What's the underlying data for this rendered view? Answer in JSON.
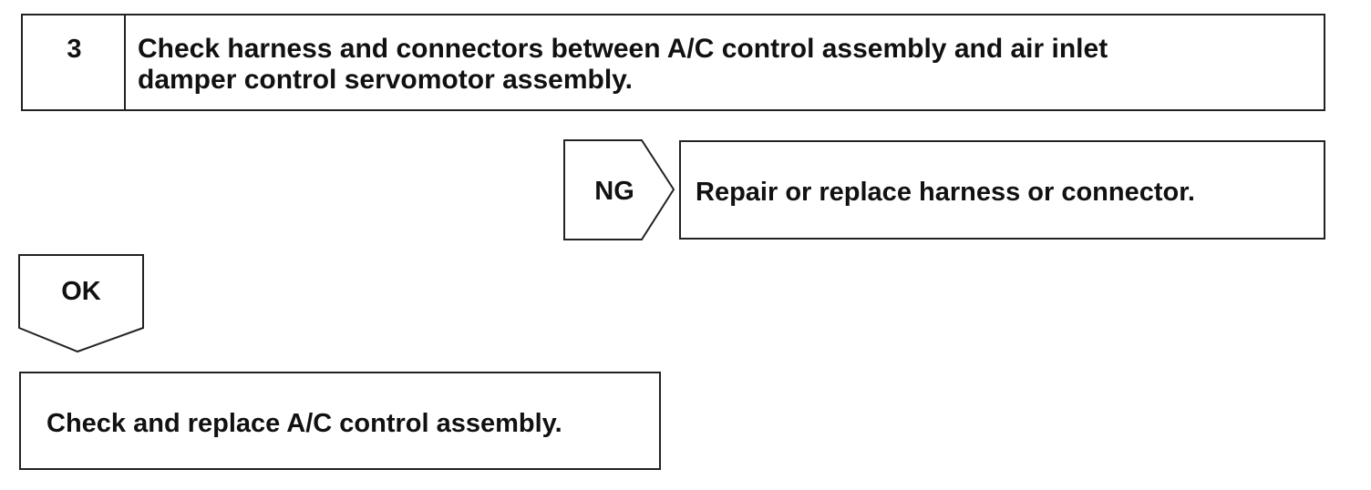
{
  "step": {
    "number": "3",
    "title_line1": "Check harness and connectors between A/C control assembly and air inlet",
    "title_line2": "damper control servomotor assembly."
  },
  "ng_branch": {
    "label": "NG",
    "result": "Repair or replace harness or connector."
  },
  "ok_branch": {
    "label": "OK"
  },
  "final_step": {
    "text": "Check and replace A/C control assembly."
  }
}
